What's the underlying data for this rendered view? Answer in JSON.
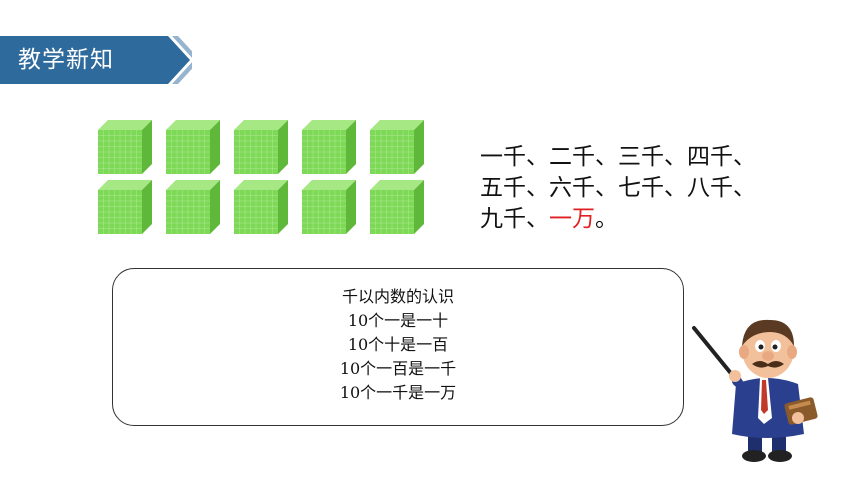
{
  "banner": {
    "title": "教学新知",
    "color": "#2e6a9c"
  },
  "cubes": {
    "rows": 2,
    "cols": 5,
    "face_color": "#7ed957",
    "side_color": "#5fb83a",
    "top_color": "#a6e884"
  },
  "counting": {
    "lines": [
      [
        {
          "text": "一千、二千、三千、四千、"
        }
      ],
      [
        {
          "text": "五千、六千、七千、八千、"
        }
      ],
      [
        {
          "text": "九千、"
        },
        {
          "text": "一万",
          "highlight": true
        },
        {
          "text": "。"
        }
      ]
    ],
    "highlight_color": "#e02020"
  },
  "notes": {
    "lines": [
      "千以内数的认识",
      "10个一是一十",
      "10个十是一百",
      "10个一百是一千",
      "10个一千是一万"
    ]
  },
  "teacher": {
    "figure": "teacher-with-pointer-and-book"
  }
}
